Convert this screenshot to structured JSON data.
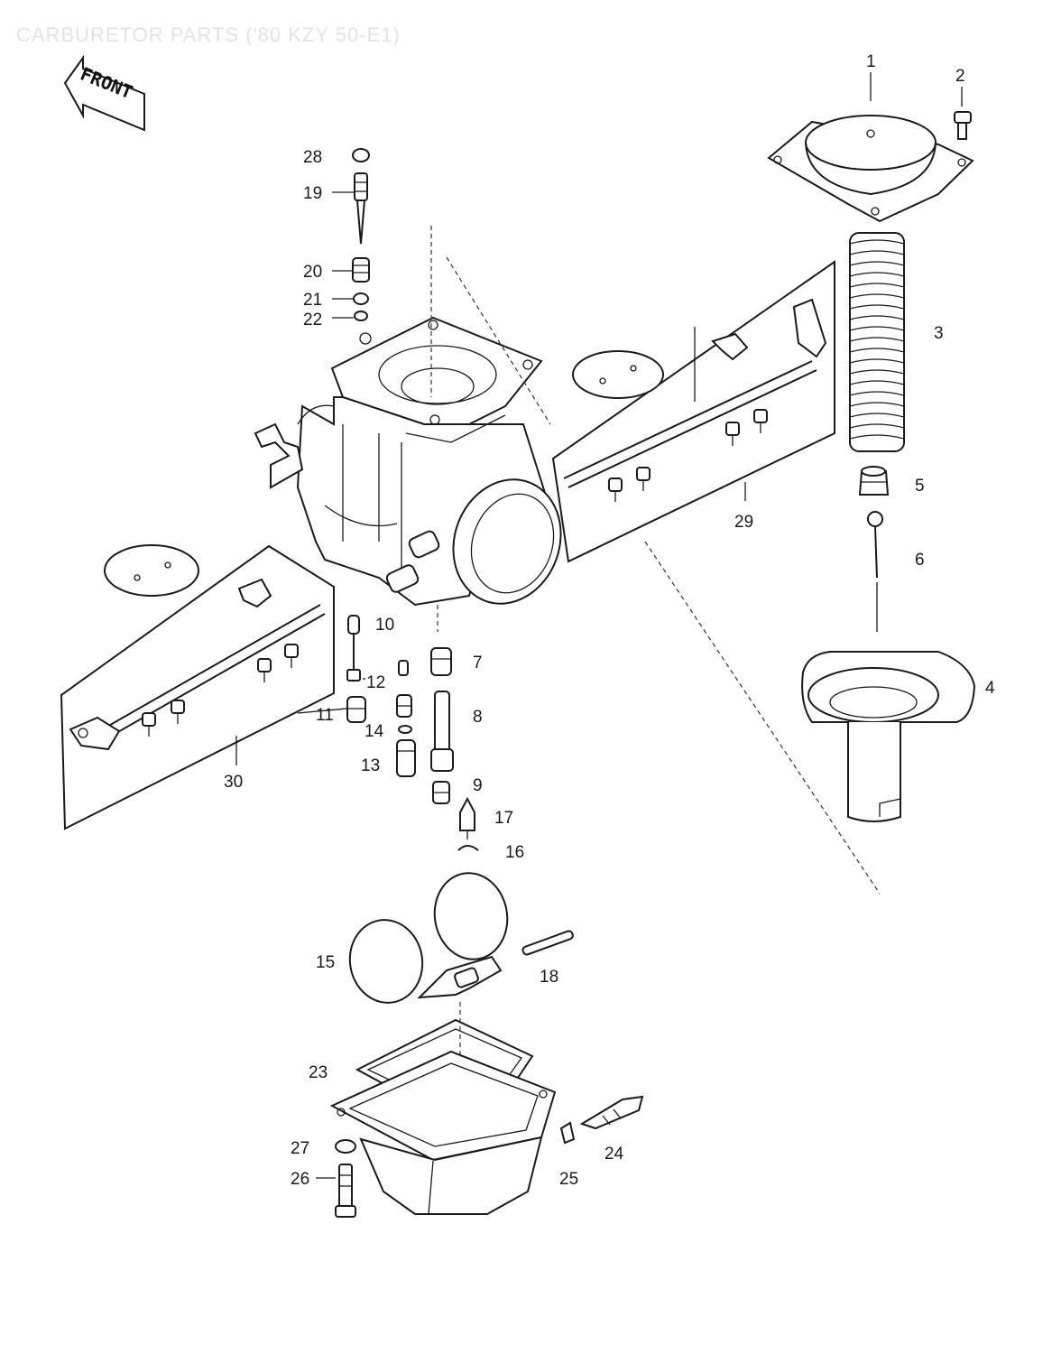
{
  "title": "CARBURETOR PARTS ('80 KZY 50-E1)",
  "front_badge": "FRONT",
  "part_numbers": {
    "p1": "1",
    "p2": "2",
    "p3": "3",
    "p4": "4",
    "p5": "5",
    "p6": "6",
    "p7": "7",
    "p8": "8",
    "p9": "9",
    "p10": "10",
    "p11": "11",
    "p12": "12",
    "p13": "13",
    "p14": "14",
    "p15": "15",
    "p16": "16",
    "p17": "17",
    "p18": "18",
    "p19": "19",
    "p20": "20",
    "p21": "21",
    "p22": "22",
    "p23": "23",
    "p24": "24",
    "p25": "25",
    "p26": "26",
    "p27": "27",
    "p28": "28",
    "p29": "29",
    "p30": "30"
  }
}
